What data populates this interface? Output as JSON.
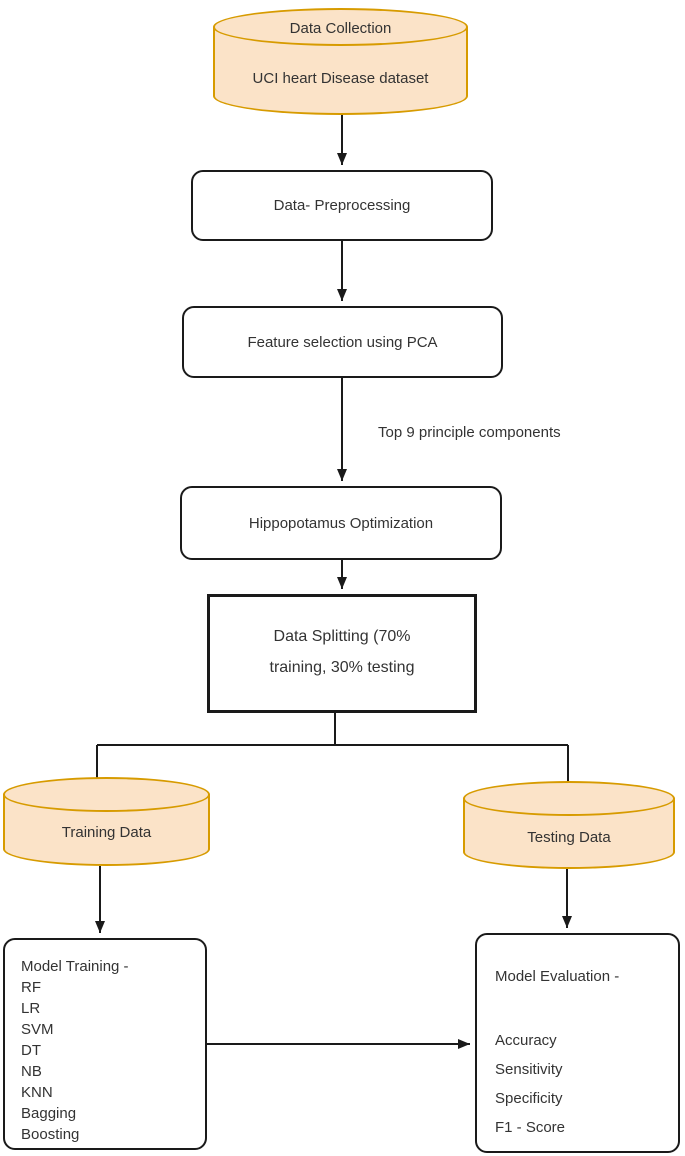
{
  "flow": {
    "data_collection": {
      "title": "Data Collection",
      "subtitle": "UCI heart Disease dataset"
    },
    "preprocessing": {
      "label": "Data- Preprocessing"
    },
    "feature_selection": {
      "label": "Feature selection using PCA"
    },
    "pca_edge_label": "Top 9 principle components",
    "hippopotamus": {
      "label": "Hippopotamus Optimization"
    },
    "data_splitting": {
      "line1": "Data Splitting (70%",
      "line2": "training, 30% testing"
    },
    "training_data": {
      "label": "Training Data"
    },
    "testing_data": {
      "label": "Testing Data"
    },
    "model_training": {
      "title": "Model Training -",
      "items": [
        "RF",
        "LR",
        "SVM",
        "DT",
        "NB",
        "KNN",
        "Bagging",
        "Boosting"
      ]
    },
    "model_evaluation": {
      "title": "Model Evaluation -",
      "items": [
        "Accuracy",
        "Sensitivity",
        "Specificity",
        "F1 - Score"
      ]
    }
  },
  "colors": {
    "cylinder_fill": "#FBE3C8",
    "cylinder_stroke": "#D79B00",
    "connector": "#1A1A1A",
    "box_border": "#1A1A1A",
    "text": "#333333"
  }
}
